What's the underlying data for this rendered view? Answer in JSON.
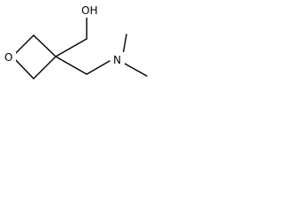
{
  "molecule": {
    "atoms": {
      "oxygen": "O",
      "hydroxyl": "OH",
      "nitrogen": "N"
    },
    "colors": {
      "bond": "#000000",
      "background": "#ffffff"
    }
  }
}
